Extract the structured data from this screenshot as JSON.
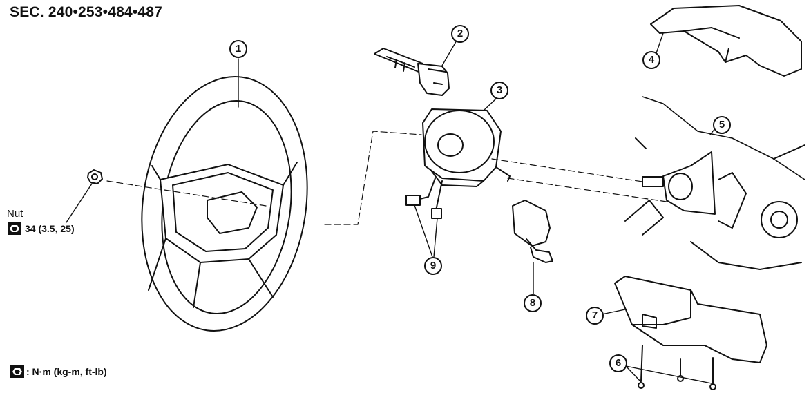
{
  "header": {
    "section": "SEC. 240•253•484•487"
  },
  "nut": {
    "label": "Nut",
    "torque": "34 (3.5, 25)"
  },
  "legend": {
    "units": ": N·m (kg-m, ft-lb)"
  },
  "callouts": [
    "1",
    "2",
    "3",
    "4",
    "5",
    "6",
    "7",
    "8",
    "9"
  ]
}
